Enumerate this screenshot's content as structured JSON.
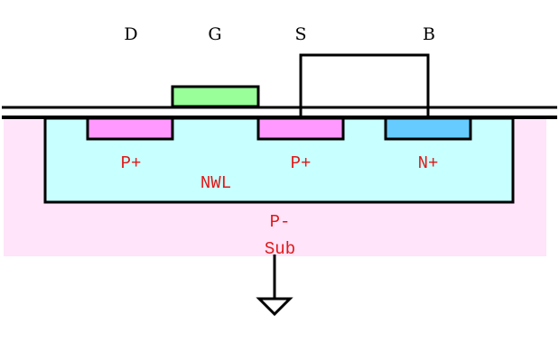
{
  "diagram": {
    "title": "PMOS transistor cross-section",
    "terminals": {
      "drain": "D",
      "gate": "G",
      "source": "S",
      "body": "B"
    },
    "regions": {
      "drain_diffusion": "P+",
      "source_diffusion": "P+",
      "body_contact": "N+",
      "well": "NWL",
      "substrate_line1": "P-",
      "substrate_line2": "Sub"
    },
    "connections": [
      "S-B tied",
      "Substrate to ground"
    ],
    "colors": {
      "substrate": "#ffe4fa",
      "nwell": "#c8ffff",
      "p_plus": "#ff99ff",
      "n_plus": "#66ccff",
      "gate": "#99ff99",
      "outline": "#000000",
      "region_label": "#e01818"
    }
  }
}
